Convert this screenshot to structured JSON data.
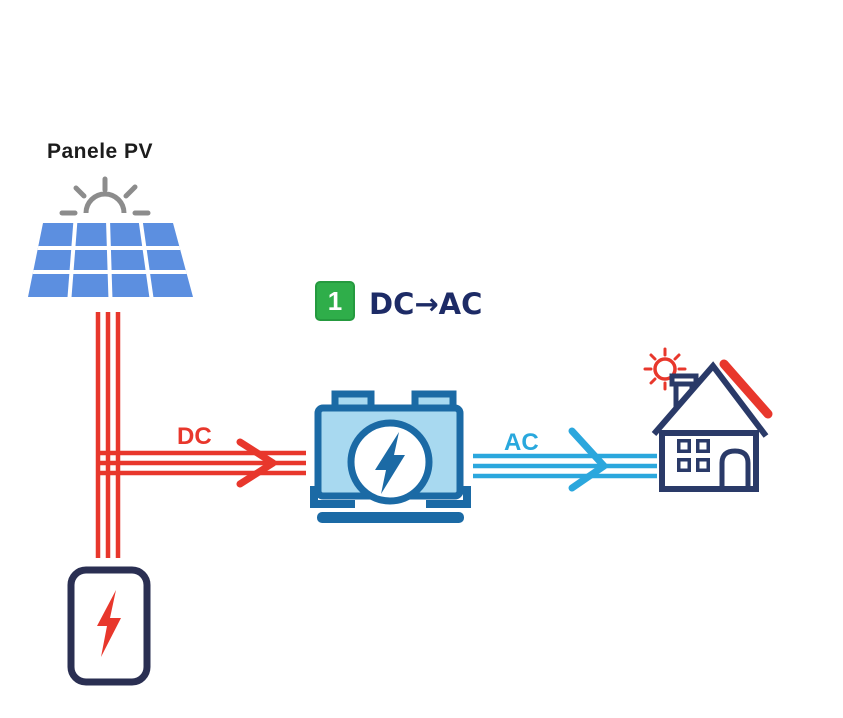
{
  "diagram": {
    "pv_panel": {
      "label": "Panele PV"
    },
    "step": {
      "number": "1",
      "label": "DC→AC"
    },
    "dc_flow": {
      "label": "DC"
    },
    "ac_flow": {
      "label": "AC"
    }
  },
  "colors": {
    "panel_blue": "#5c8fe0",
    "sun_gray": "#8c8c8c",
    "wire_red": "#e8372c",
    "wire_blue": "#2ba7dd",
    "badge_green": "#2fae4a",
    "step_text_navy": "#1d2b66",
    "inverter_stroke_blue": "#1b6aa5",
    "inverter_fill_blue": "#a8d9f0",
    "house_navy": "#2a3a68",
    "battery_navy": "#2a2f52",
    "label_black": "#1c1c1c",
    "background": "#ffffff"
  },
  "icons": {
    "panel_sun": "sun-icon",
    "panel": "solar-panel-icon",
    "inverter": "inverter-icon",
    "inverter_bolt": "lightning-bolt-icon",
    "battery": "battery-icon",
    "battery_bolt": "lightning-bolt-icon",
    "house": "house-icon",
    "roof_sun": "sun-icon",
    "dc_arrow": "arrow-right-icon",
    "ac_arrow": "arrow-right-icon"
  }
}
